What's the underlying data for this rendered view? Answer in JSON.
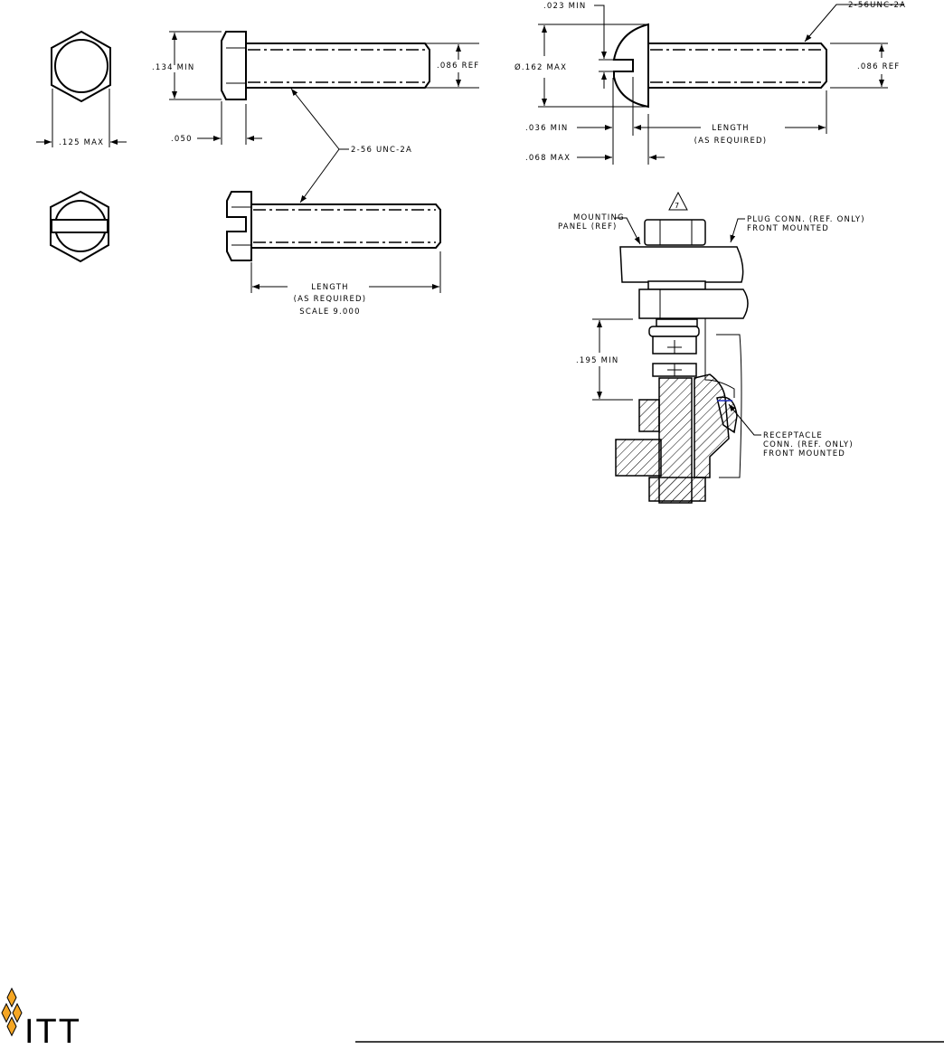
{
  "hex_bolt": {
    "head_height": ".134 MIN",
    "across_flats": ".125 MAX",
    "head_thickness": ".050",
    "thread_callout": "2-56 UNC-2A",
    "major_dia": ".086 REF",
    "length_label": "LENGTH",
    "length_note": "(AS REQUIRED)",
    "scale": "SCALE  9.000"
  },
  "pan_screw": {
    "slot_width": ".023 MIN",
    "head_dia": "Ø.162 MAX",
    "slot_depth": ".036 MIN",
    "head_height": ".068 MAX",
    "thread_callout": "2-56UNC-2A",
    "major_dia": ".086 REF",
    "length_label": "LENGTH",
    "length_note": "(AS REQUIRED)"
  },
  "assembly": {
    "note_flag": "7",
    "panel_label_1": "MOUNTING",
    "panel_label_2": "PANEL (REF)",
    "plug_label_1": "PLUG CONN. (REF. ONLY)",
    "plug_label_2": "FRONT MOUNTED",
    "clearance": ".195 MIN",
    "receptacle_label_1": "RECEPTACLE",
    "receptacle_label_2": "CONN. (REF. ONLY)",
    "receptacle_label_3": "FRONT MOUNTED"
  },
  "footer": {
    "logo_text": "ITT",
    "logo_color": "#F5A623"
  }
}
